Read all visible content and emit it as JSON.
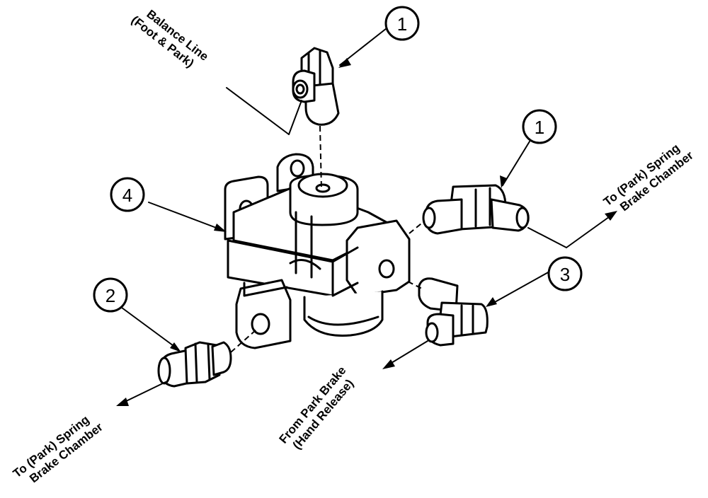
{
  "callouts": [
    {
      "id": "1a",
      "number": "1"
    },
    {
      "id": "1b",
      "number": "1"
    },
    {
      "id": "2",
      "number": "2"
    },
    {
      "id": "3",
      "number": "3"
    },
    {
      "id": "4",
      "number": "4"
    }
  ],
  "labels": {
    "balance_line_1": "Balance Line",
    "balance_line_2": "(Foot & Park)",
    "to_park_right_1": "To (Park) Spring",
    "to_park_right_2": "Brake Chamber",
    "to_park_left_1": "To (Park) Spring",
    "to_park_left_2": "Brake Chamber",
    "from_park_1": "From Park Brake",
    "from_park_2": "(Hand Release)"
  }
}
